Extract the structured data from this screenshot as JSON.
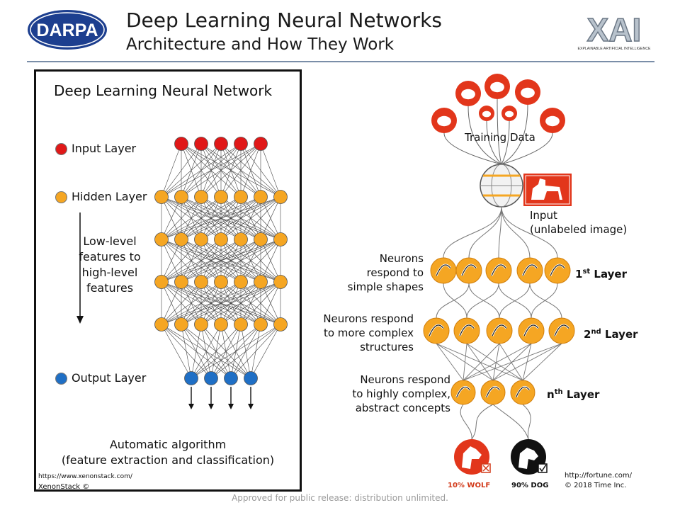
{
  "header": {
    "logo_left": "DARPA",
    "logo_right": "XAI",
    "logo_right_tagline": "EXPLAINABLE ARTIFICIAL INTELLIGENCE",
    "title": "Deep Learning Neural Networks",
    "subtitle": "Architecture and How They Work"
  },
  "left_panel": {
    "title": "Deep Learning Neural Network",
    "legend": [
      {
        "label": "Input Layer",
        "color": "#e01818"
      },
      {
        "label": "Hidden Layer",
        "color": "#f5a623"
      },
      {
        "label": "Output Layer",
        "color": "#1f6fc5"
      }
    ],
    "arrow_label_lines": [
      "Low-level",
      "features to",
      "high-level",
      "features"
    ],
    "network": {
      "input_nodes": 5,
      "hidden_layers": 4,
      "hidden_nodes_per_layer": 7,
      "output_nodes": 4
    },
    "caption_line1": "Automatic algorithm",
    "caption_line2": "(feature extraction and classification)",
    "credit_url": "https://www.xenonstack.com/",
    "credit_name": "XenonStack ©"
  },
  "right_panel": {
    "training_data_label": "Training Data",
    "input_label_line1": "Input",
    "input_label_line2": "(unlabeled image)",
    "layers": [
      {
        "desc_lines": [
          "Neurons",
          "respond to",
          "simple shapes"
        ],
        "ordinal": "1",
        "suffix": "st",
        "word": "Layer"
      },
      {
        "desc_lines": [
          "Neurons respond",
          "to more complex",
          "structures"
        ],
        "ordinal": "2",
        "suffix": "nd",
        "word": "Layer"
      },
      {
        "desc_lines": [
          "Neurons respond",
          "to highly complex,",
          "abstract concepts"
        ],
        "ordinal": "n",
        "suffix": "th",
        "word": "Layer"
      }
    ],
    "outputs": [
      {
        "label": "10% WOLF",
        "color": "#d23a1a"
      },
      {
        "label": "90% DOG",
        "color": "#111111"
      }
    ],
    "credit_url": "http://fortune.com/",
    "credit_copy": "© 2018 Time Inc."
  },
  "footer": {
    "text": "Approved for public release: distribution unlimited."
  },
  "colors": {
    "red": "#e01818",
    "orange": "#f5a623",
    "blue": "#1f6fc5",
    "fortune_red": "#e2361b",
    "header_rule": "#7a8ea8"
  }
}
